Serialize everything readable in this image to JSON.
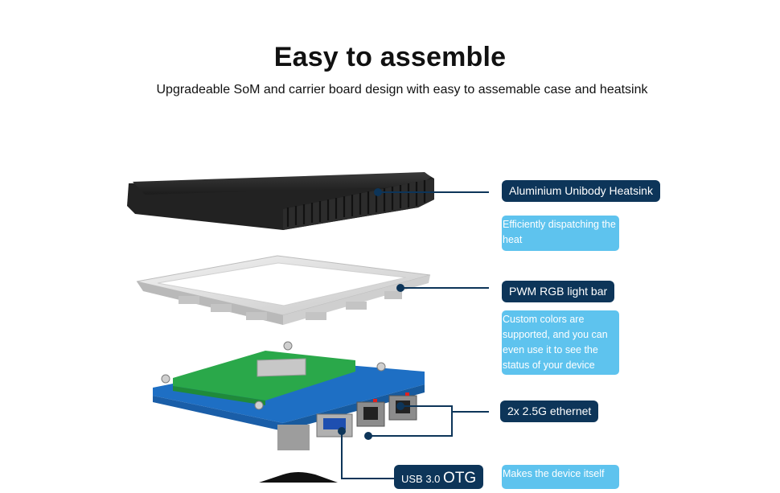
{
  "header": {
    "title": "Easy to assemble",
    "subtitle": "Upgradeable SoM and carrier board design with easy to assemable case and heatsink"
  },
  "callouts": {
    "heatsink": {
      "label": "Aluminium Unibody Heatsink",
      "description": "Efficiently dispatching the heat"
    },
    "lightbar": {
      "label": "PWM RGB light bar",
      "description": "Custom colors are supported, and you can even use it to see the status of your device"
    },
    "ethernet": {
      "label": "2x 2.5G ethernet"
    },
    "usb": {
      "label_prefix": "USB 3.0",
      "label_suffix": "OTG",
      "description": "Makes the device itself"
    }
  },
  "colors": {
    "label_dark": "#0d3559",
    "label_light": "#5ec3ee",
    "leader_line": "#0d3559",
    "carrier_board": "#1e6fc4",
    "som_board": "#2aa84a"
  }
}
